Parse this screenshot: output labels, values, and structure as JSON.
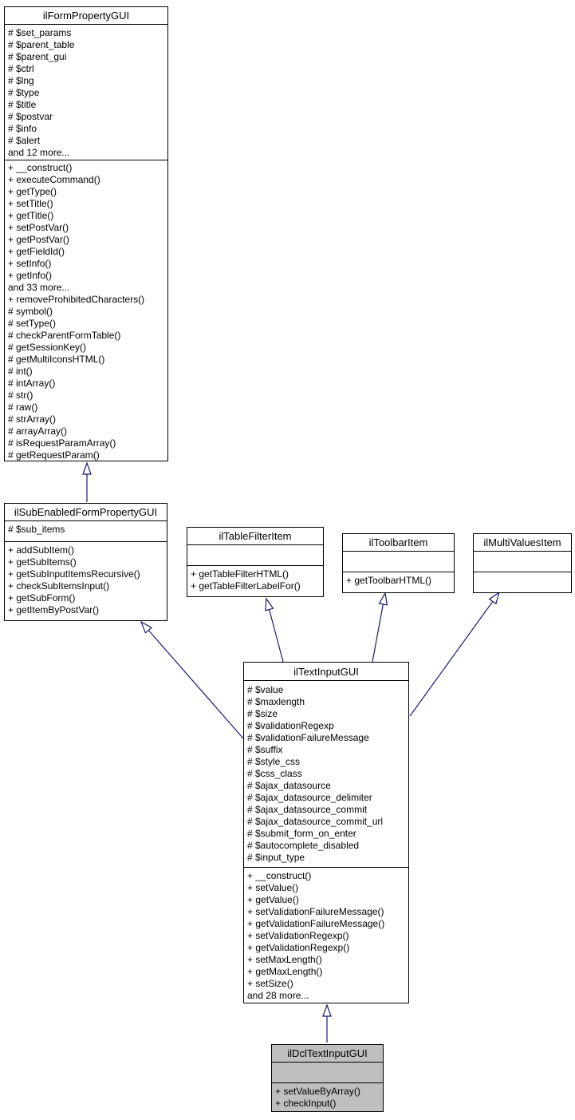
{
  "diagram": {
    "type": "uml-class-inheritance-diagram",
    "colors": {
      "background": "#ffffff",
      "box_border": "#000000",
      "box_fill": "#ffffff",
      "highlight_fill": "#bfbfbf",
      "arrow": "#191970",
      "text": "#000000"
    },
    "classes": [
      {
        "name": "ilFormPropertyGUI",
        "attributes": [
          "# $set_params",
          "# $parent_table",
          "# $parent_gui",
          "# $ctrl",
          "# $lng",
          "# $type",
          "# $title",
          "# $postvar",
          "# $info",
          "# $alert",
          "and 12 more..."
        ],
        "methods": [
          "+ __construct()",
          "+ executeCommand()",
          "+ getType()",
          "+ setTitle()",
          "+ getTitle()",
          "+ setPostVar()",
          "+ getPostVar()",
          "+ getFieldId()",
          "+ setInfo()",
          "+ getInfo()",
          "and 33 more...",
          "+ removeProhibitedCharacters()",
          "# symbol()",
          "# setType()",
          "# checkParentFormTable()",
          "# getSessionKey()",
          "# getMultiIconsHTML()",
          "# int()",
          "# intArray()",
          "# str()",
          "# raw()",
          "# strArray()",
          "# arrayArray()",
          "# isRequestParamArray()",
          "# getRequestParam()"
        ]
      },
      {
        "name": "ilSubEnabledFormPropertyGUI",
        "attributes": [
          "# $sub_items"
        ],
        "methods": [
          "+ addSubItem()",
          "+ getSubItems()",
          "+ getSubInputItemsRecursive()",
          "+ checkSubItemsInput()",
          "+ getSubForm()",
          "+ getItemByPostVar()"
        ]
      },
      {
        "name": "ilTableFilterItem",
        "attributes": [],
        "methods": [
          "+ getTableFilterHTML()",
          "+ getTableFilterLabelFor()"
        ]
      },
      {
        "name": "ilToolbarItem",
        "attributes": [],
        "methods": [
          "+ getToolbarHTML()"
        ]
      },
      {
        "name": "ilMultiValuesItem",
        "attributes": [],
        "methods": []
      },
      {
        "name": "ilTextInputGUI",
        "attributes": [
          "# $value",
          "# $maxlength",
          "# $size",
          "# $validationRegexp",
          "# $validationFailureMessage",
          "# $suffix",
          "# $style_css",
          "# $css_class",
          "# $ajax_datasource",
          "# $ajax_datasource_delimiter",
          "# $ajax_datasource_commit",
          "# $ajax_datasource_commit_url",
          "# $submit_form_on_enter",
          "# $autocomplete_disabled",
          "# $input_type"
        ],
        "methods": [
          "+ __construct()",
          "+ setValue()",
          "+ getValue()",
          "+ setValidationFailureMessage()",
          "+ getValidationFailureMessage()",
          "+ setValidationRegexp()",
          "+ getValidationRegexp()",
          "+ setMaxLength()",
          "+ getMaxLength()",
          "+ setSize()",
          "and 28 more..."
        ]
      },
      {
        "name": "ilDclTextInputGUI",
        "attributes": [],
        "methods": [
          "+ setValueByArray()",
          "+ checkInput()"
        ]
      }
    ],
    "relations": [
      {
        "child": "ilSubEnabledFormPropertyGUI",
        "parent": "ilFormPropertyGUI"
      },
      {
        "child": "ilTextInputGUI",
        "parent": "ilSubEnabledFormPropertyGUI"
      },
      {
        "child": "ilTextInputGUI",
        "parent": "ilTableFilterItem"
      },
      {
        "child": "ilTextInputGUI",
        "parent": "ilToolbarItem"
      },
      {
        "child": "ilTextInputGUI",
        "parent": "ilMultiValuesItem"
      },
      {
        "child": "ilDclTextInputGUI",
        "parent": "ilTextInputGUI"
      }
    ]
  }
}
